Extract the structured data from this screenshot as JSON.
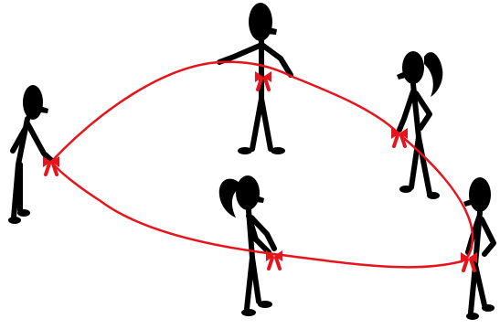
{
  "scene": {
    "people": [
      {
        "id": "left",
        "hair": "short"
      },
      {
        "id": "top-center",
        "hair": "short"
      },
      {
        "id": "top-right",
        "hair": "ponytail"
      },
      {
        "id": "bottom-center",
        "hair": "ponytail"
      },
      {
        "id": "right",
        "hair": "short"
      }
    ],
    "colors": {
      "figure": "#000000",
      "rope": "#e8141c",
      "background": "#ffffff"
    }
  }
}
